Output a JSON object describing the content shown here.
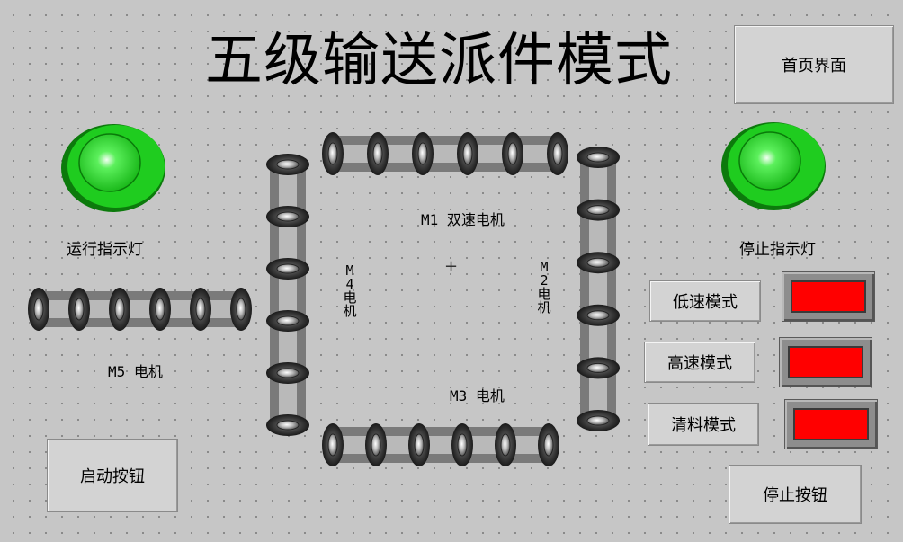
{
  "title": "五级输送派件模式",
  "home_button": "首页界面",
  "run_light": {
    "label": "运行指示灯",
    "color": "#22d422"
  },
  "stop_light": {
    "label": "停止指示灯",
    "color": "#22d422"
  },
  "motors": {
    "m1": "M1 双速电机",
    "m2": [
      "M",
      "2",
      "电",
      "机"
    ],
    "m3": "M3 电机",
    "m4": [
      "M",
      "4",
      "电",
      "机"
    ],
    "m5": "M5 电机"
  },
  "modes": [
    {
      "label": "低速模式",
      "indicator": "#ff0000"
    },
    {
      "label": "高速模式",
      "indicator": "#ff0000"
    },
    {
      "label": "清料模式",
      "indicator": "#ff0000"
    }
  ],
  "start_button": "启动按钮",
  "stop_button": "停止按钮"
}
